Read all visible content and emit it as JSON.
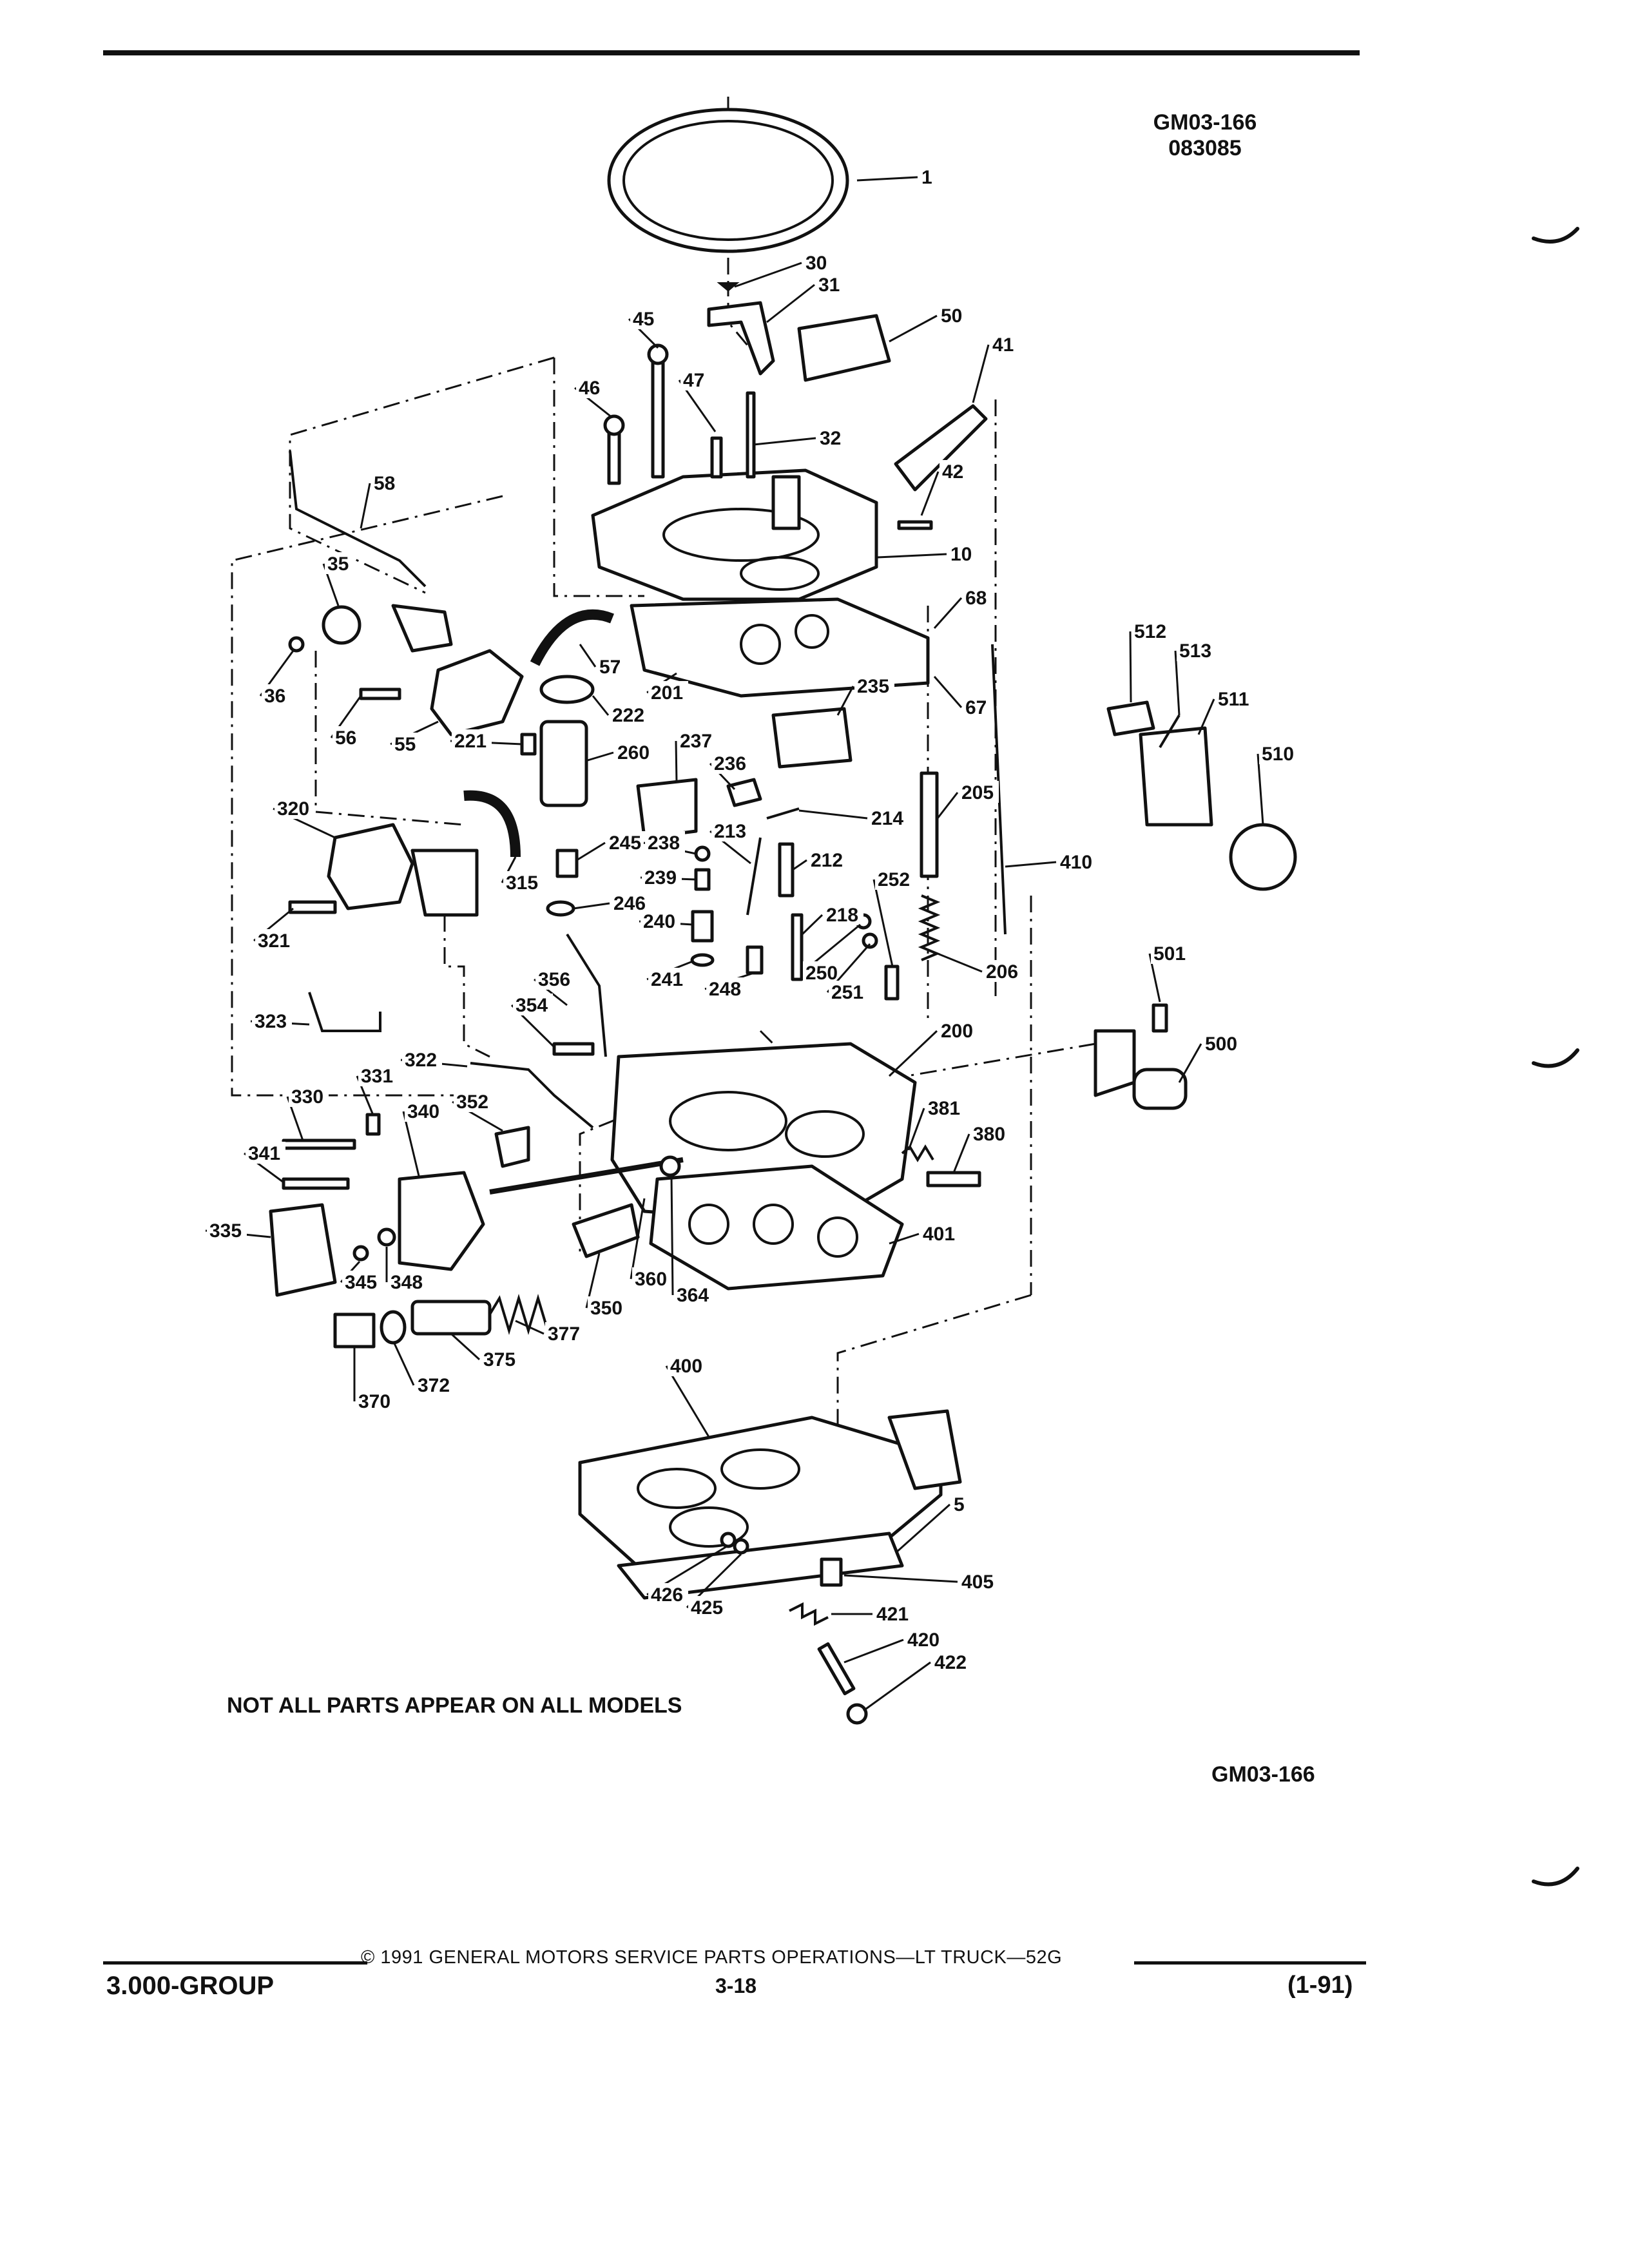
{
  "header": {
    "doc_code": "GM03-166",
    "doc_number": "083085"
  },
  "diagram": {
    "note": "NOT ALL PARTS APPEAR ON ALL MODELS",
    "code_bottom": "GM03-166",
    "callouts": [
      "1",
      "30",
      "31",
      "50",
      "45",
      "41",
      "47",
      "46",
      "32",
      "42",
      "58",
      "10",
      "35",
      "68",
      "36",
      "67",
      "57",
      "201",
      "222",
      "235",
      "56",
      "55",
      "221",
      "260",
      "237",
      "236",
      "512",
      "513",
      "511",
      "510",
      "205",
      "214",
      "320",
      "245",
      "238",
      "213",
      "212",
      "239",
      "252",
      "410",
      "315",
      "246",
      "240",
      "218",
      "321",
      "241",
      "248",
      "250",
      "251",
      "206",
      "501",
      "356",
      "354",
      "323",
      "200",
      "500",
      "322",
      "331",
      "330",
      "352",
      "340",
      "381",
      "380",
      "341",
      "335",
      "401",
      "345",
      "348",
      "360",
      "364",
      "350",
      "377",
      "375",
      "372",
      "370",
      "400",
      "5",
      "405",
      "426",
      "425",
      "421",
      "420",
      "422"
    ]
  },
  "footer": {
    "copyright": "© 1991 GENERAL MOTORS SERVICE PARTS OPERATIONS—LT TRUCK—52G",
    "group": "3.000-GROUP",
    "page": "3-18",
    "date": "(1-91)"
  }
}
